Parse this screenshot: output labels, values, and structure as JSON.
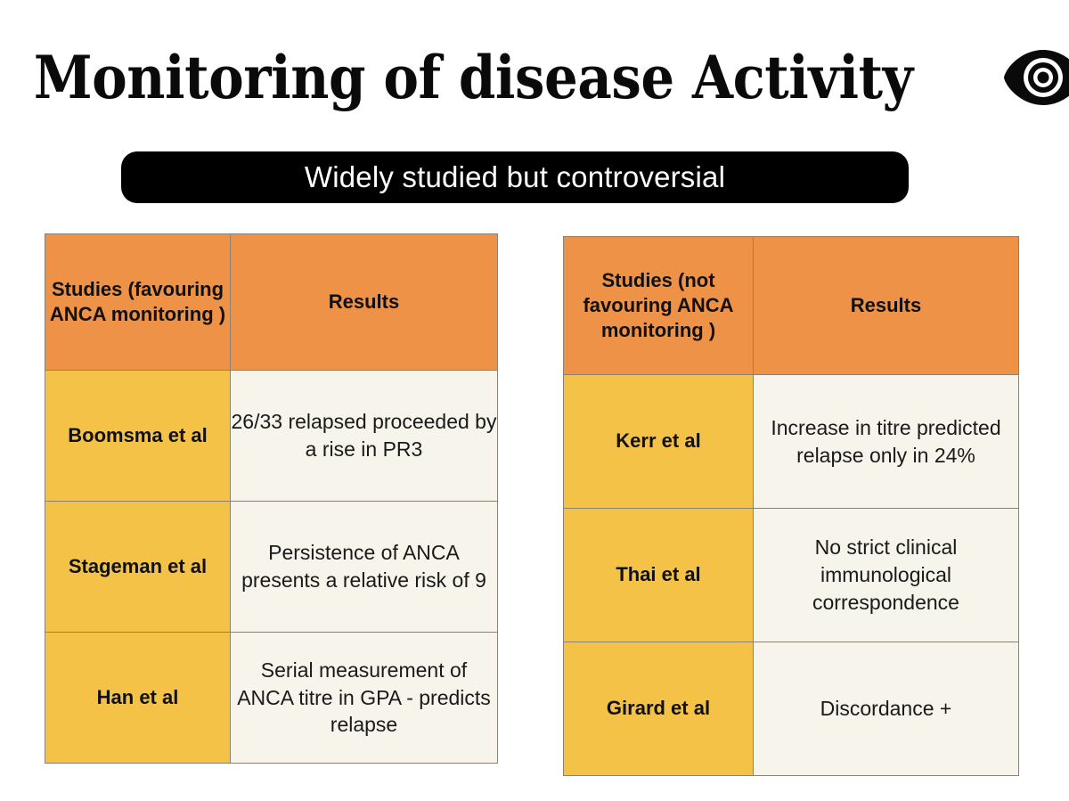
{
  "header": {
    "title": "Monitoring of disease Activity",
    "icon": "eye-icon"
  },
  "banner": {
    "text": "Widely studied but controversial",
    "background_color": "#000000",
    "text_color": "#ffffff"
  },
  "colors": {
    "page_background": "#ffffff",
    "table_header_orange": "#ed9247",
    "study_cell_yellow": "#f4c247",
    "result_cell_cream": "#f6f4eb",
    "cell_border": "#8b8275",
    "text_dark": "#111111"
  },
  "tables": [
    {
      "id": "favouring",
      "headers": [
        "Studies (favouring ANCA monitoring )",
        "Results"
      ],
      "rows": [
        {
          "study": "Boomsma et al",
          "result": "26/33 relapsed proceeded by a rise in PR3"
        },
        {
          "study": "Stageman et al",
          "result": "Persistence of ANCA presents a relative risk of 9"
        },
        {
          "study": "Han et al",
          "result": "Serial measurement of ANCA titre in GPA - predicts relapse"
        }
      ]
    },
    {
      "id": "not-favouring",
      "headers": [
        "Studies (not favouring ANCA monitoring )",
        "Results"
      ],
      "rows": [
        {
          "study": "Kerr et al",
          "result": "Increase in titre predicted relapse only in 24%"
        },
        {
          "study": "Thai et al",
          "result": "No strict clinical immunological correspondence"
        },
        {
          "study": "Girard et al",
          "result": "Discordance +"
        }
      ]
    }
  ]
}
